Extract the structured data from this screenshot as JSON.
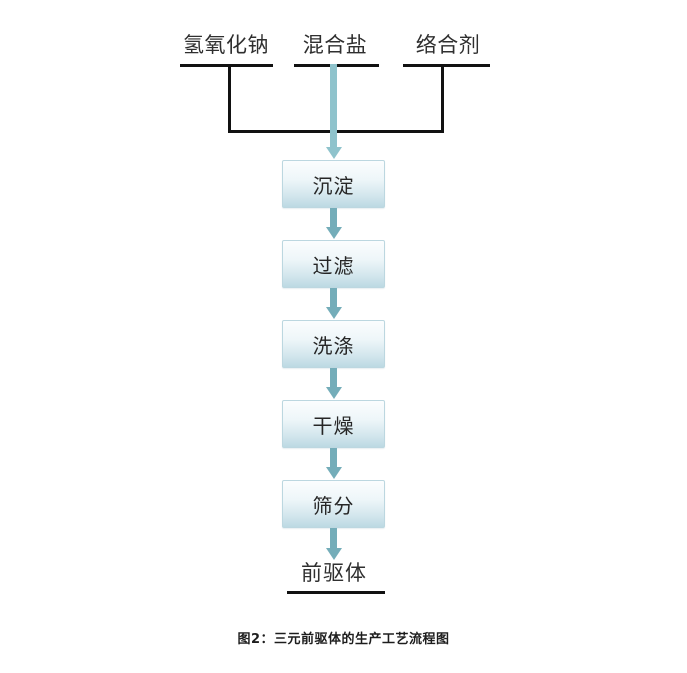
{
  "figure": {
    "caption": "图2：三元前驱体的生产工艺流程图",
    "background_color": "#ffffff"
  },
  "colors": {
    "arrow": "#74adb9",
    "arrow_long": "#8fc3cc",
    "box_border": "#bcd7e0",
    "box_fill_top": "#fbfdfe",
    "box_fill_bottom": "#bcd9e3",
    "line": "#111111",
    "text": "#2f2f2f"
  },
  "inputs": [
    {
      "label": "氢氧化钠"
    },
    {
      "label": "混合盐"
    },
    {
      "label": "络合剂"
    }
  ],
  "steps": [
    {
      "label": "沉淀"
    },
    {
      "label": "过滤"
    },
    {
      "label": "洗涤"
    },
    {
      "label": "干燥"
    },
    {
      "label": "筛分"
    }
  ],
  "output": {
    "label": "前驱体"
  },
  "chart_data": {
    "type": "diagram",
    "title": "图2：三元前驱体的生产工艺流程图",
    "diagram_kind": "process-flow",
    "nodes": [
      {
        "id": "in1",
        "label": "氢氧化钠",
        "kind": "input"
      },
      {
        "id": "in2",
        "label": "混合盐",
        "kind": "input"
      },
      {
        "id": "in3",
        "label": "络合剂",
        "kind": "input"
      },
      {
        "id": "s1",
        "label": "沉淀",
        "kind": "process"
      },
      {
        "id": "s2",
        "label": "过滤",
        "kind": "process"
      },
      {
        "id": "s3",
        "label": "洗涤",
        "kind": "process"
      },
      {
        "id": "s4",
        "label": "干燥",
        "kind": "process"
      },
      {
        "id": "s5",
        "label": "筛分",
        "kind": "process"
      },
      {
        "id": "out",
        "label": "前驱体",
        "kind": "output"
      }
    ],
    "edges": [
      {
        "from": "in1",
        "to": "s1"
      },
      {
        "from": "in2",
        "to": "s1"
      },
      {
        "from": "in3",
        "to": "s1"
      },
      {
        "from": "s1",
        "to": "s2"
      },
      {
        "from": "s2",
        "to": "s3"
      },
      {
        "from": "s3",
        "to": "s4"
      },
      {
        "from": "s4",
        "to": "s5"
      },
      {
        "from": "s5",
        "to": "out"
      }
    ]
  }
}
